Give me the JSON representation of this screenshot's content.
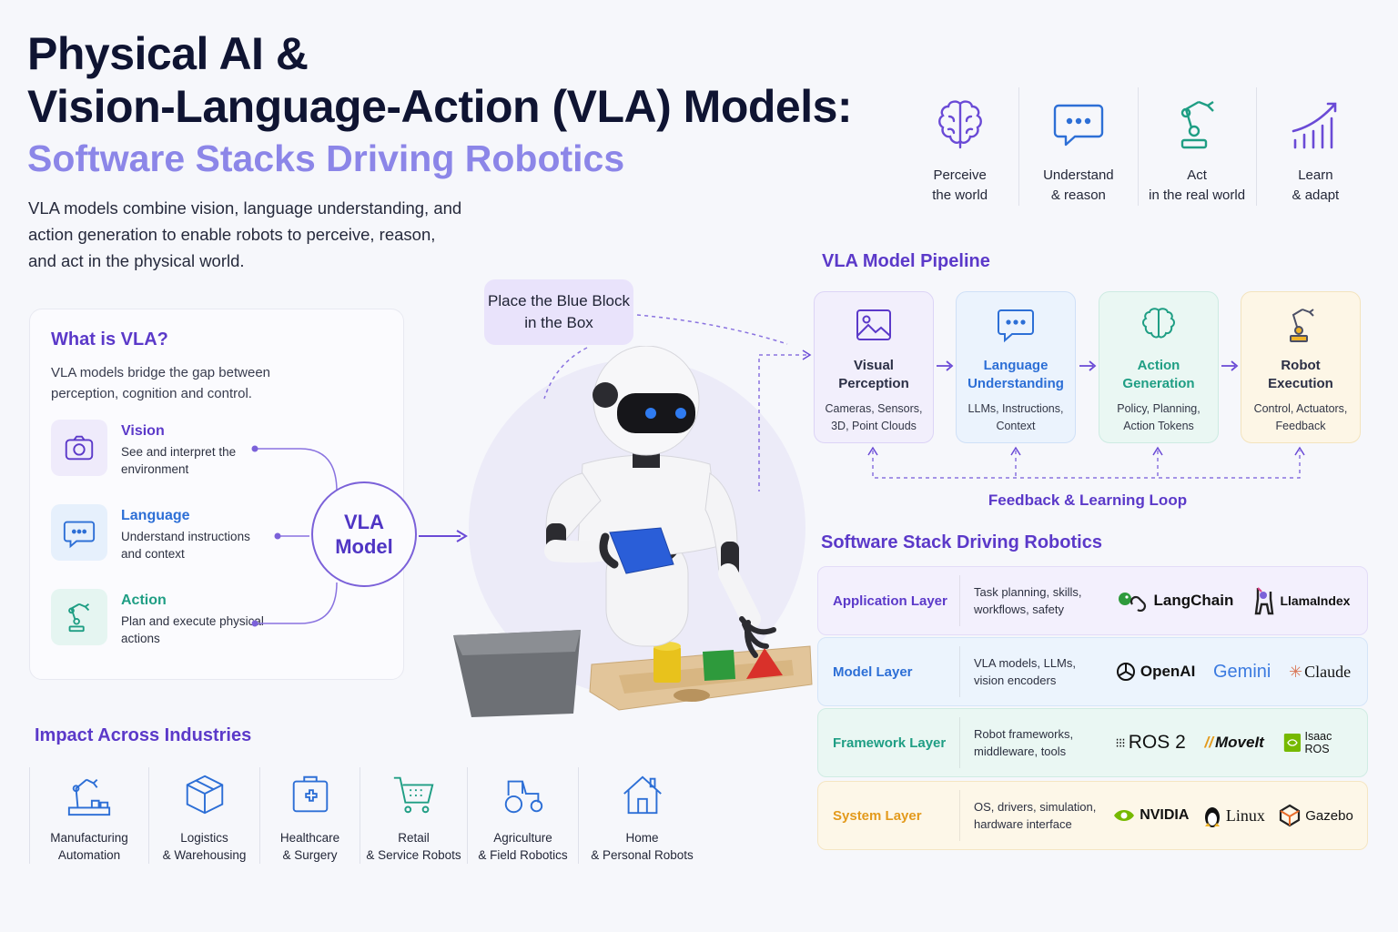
{
  "title": {
    "line1": "Physical AI &",
    "line2": "Vision-Language-Action (VLA) Models:",
    "subtitle": "Software Stacks Driving Robotics"
  },
  "intro": "VLA models combine vision, language understanding, and action generation to enable robots to perceive, reason, and act in the physical world.",
  "capabilities": [
    {
      "icon": "brain-icon",
      "line1": "Perceive",
      "line2": "the world"
    },
    {
      "icon": "chat-icon",
      "line1": "Understand",
      "line2": "& reason"
    },
    {
      "icon": "robot-arm-icon",
      "line1": "Act",
      "line2": "in the real world"
    },
    {
      "icon": "growth-chart-icon",
      "line1": "Learn",
      "line2": "& adapt"
    }
  ],
  "what_is_vla": {
    "title": "What is VLA?",
    "description": "VLA models bridge the gap between perception, cognition and control.",
    "items": [
      {
        "icon": "camera-icon",
        "name": "Vision",
        "desc": "See and interpret the environment",
        "color": "#5b39c9"
      },
      {
        "icon": "chat-icon",
        "name": "Language",
        "desc": "Understand instructions and context",
        "color": "#2d6fd6"
      },
      {
        "icon": "robot-arm-icon",
        "name": "Action",
        "desc": "Plan and execute physical actions",
        "color": "#1f9e84"
      }
    ],
    "center_line1": "VLA",
    "center_line2": "Model"
  },
  "speech_bubble": "Place the Blue Block in the Box",
  "pipeline": {
    "title": "VLA Model Pipeline",
    "steps": [
      {
        "icon": "image-icon",
        "line1": "Visual",
        "line2": "Perception",
        "d1": "Cameras, Sensors,",
        "d2": "3D, Point Clouds",
        "color": "#2b2f45"
      },
      {
        "icon": "chat-icon",
        "line1": "Language",
        "line2": "Understanding",
        "d1": "LLMs, Instructions,",
        "d2": "Context",
        "color": "#2d6fd6"
      },
      {
        "icon": "brain-icon",
        "line1": "Action",
        "line2": "Generation",
        "d1": "Policy, Planning,",
        "d2": "Action Tokens",
        "color": "#1f9e84"
      },
      {
        "icon": "robot-arm-icon",
        "line1": "Robot",
        "line2": "Execution",
        "d1": "Control, Actuators,",
        "d2": "Feedback",
        "color": "#2b2f45"
      }
    ],
    "loop_label": "Feedback & Learning Loop"
  },
  "stack": {
    "title": "Software Stack Driving Robotics",
    "layers": [
      {
        "name": "Application Layer",
        "desc": "Task planning, skills, workflows, safety",
        "logos": [
          "LangChain",
          "LlamaIndex"
        ]
      },
      {
        "name": "Model Layer",
        "desc": "VLA models, LLMs, vision encoders",
        "logos": [
          "OpenAI",
          "Gemini",
          "Claude"
        ]
      },
      {
        "name": "Framework Layer",
        "desc": "Robot frameworks, middleware, tools",
        "logos": [
          "ROS 2",
          "MoveIt",
          "Isaac ROS"
        ]
      },
      {
        "name": "System Layer",
        "desc": "OS, drivers, simulation, hardware interface",
        "logos": [
          "NVIDIA",
          "Linux",
          "Gazebo"
        ]
      }
    ]
  },
  "industries": {
    "title": "Impact Across Industries",
    "items": [
      {
        "icon": "factory-arm-icon",
        "line1": "Manufacturing",
        "line2": "Automation"
      },
      {
        "icon": "box-icon",
        "line1": "Logistics",
        "line2": "& Warehousing"
      },
      {
        "icon": "medical-cross-icon",
        "line1": "Healthcare",
        "line2": "& Surgery"
      },
      {
        "icon": "shopping-cart-icon",
        "line1": "Retail",
        "line2": "& Service Robots"
      },
      {
        "icon": "tractor-icon",
        "line1": "Agriculture",
        "line2": "& Field Robotics"
      },
      {
        "icon": "house-icon",
        "line1": "Home",
        "line2": "& Personal Robots"
      }
    ]
  },
  "colors": {
    "accent": "#5b39c9",
    "subtitle": "#8c86e8",
    "blue": "#2d6fd6",
    "green": "#1f9e84",
    "orange": "#e39a1c"
  }
}
